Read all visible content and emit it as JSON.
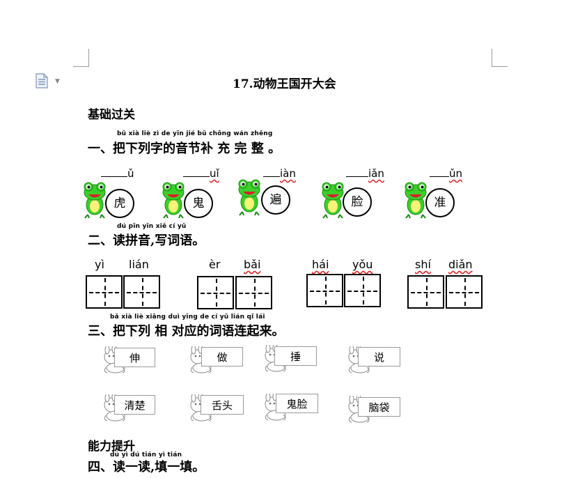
{
  "document": {
    "title": "17.动物王国开大会",
    "section1": "基础过关",
    "section2": "能力提升"
  },
  "q1": {
    "pinyin": "bǔ xià liè zì  de yīn jié bǔ chōng wán zhěng",
    "heading": "一、把下列字的音节补 充 完 整 。",
    "items": [
      {
        "suffix": "ǔ",
        "char": "虎"
      },
      {
        "suffix": "uǐ",
        "char": "鬼"
      },
      {
        "suffix": "iàn",
        "char": "遍"
      },
      {
        "suffix": "iǎn",
        "char": "脸"
      },
      {
        "suffix": "ǔn",
        "char": "准"
      }
    ]
  },
  "q2": {
    "pinyin": "dú pīn yīn   xiě cí  yǔ",
    "heading": "二、读拼音,写词语。",
    "words": [
      {
        "p1": "yì",
        "p2": "lián"
      },
      {
        "p1": "èr",
        "p2": "bǎi"
      },
      {
        "p1": "hái",
        "p2": "yǒu"
      },
      {
        "p1": "shí",
        "p2": "diǎn"
      }
    ]
  },
  "q3": {
    "pinyin": "bǎ xià liè xiāng duì yīng de  cí  yǔ lián qǐ lái",
    "heading": "三、把下列 相 对应的词语连起来。",
    "row1": [
      "伸",
      "做",
      "捶",
      "说"
    ],
    "row2": [
      "清楚",
      "舌头",
      "鬼脸",
      "脑袋"
    ]
  },
  "q4": {
    "pinyin": "dú  yì  dú    tián yì tián",
    "heading": "四、读一读,填一填。"
  }
}
